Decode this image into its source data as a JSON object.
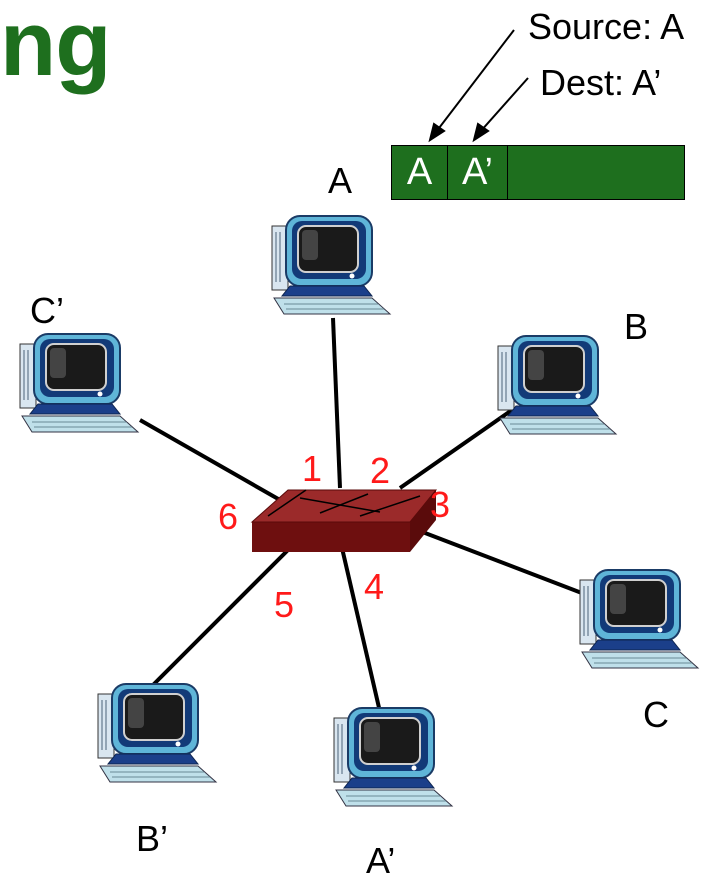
{
  "title_fragment": "ng",
  "frame": {
    "source_label": "Source: A",
    "dest_label": "Dest: A’",
    "fields": [
      "A",
      "A’"
    ]
  },
  "hosts": {
    "A": "A",
    "B": "B",
    "C": "C",
    "A_prime": "A’",
    "B_prime": "B’",
    "C_prime": "C’"
  },
  "ports": [
    "1",
    "2",
    "3",
    "4",
    "5",
    "6"
  ],
  "colors": {
    "title": "#1e6f1e",
    "frame": "#1e6f1e",
    "switch": "#7a1111",
    "port_numbers": "#ff1a1a"
  },
  "icons": {
    "host": "desktop-computer-icon",
    "switch": "switch-icon"
  }
}
